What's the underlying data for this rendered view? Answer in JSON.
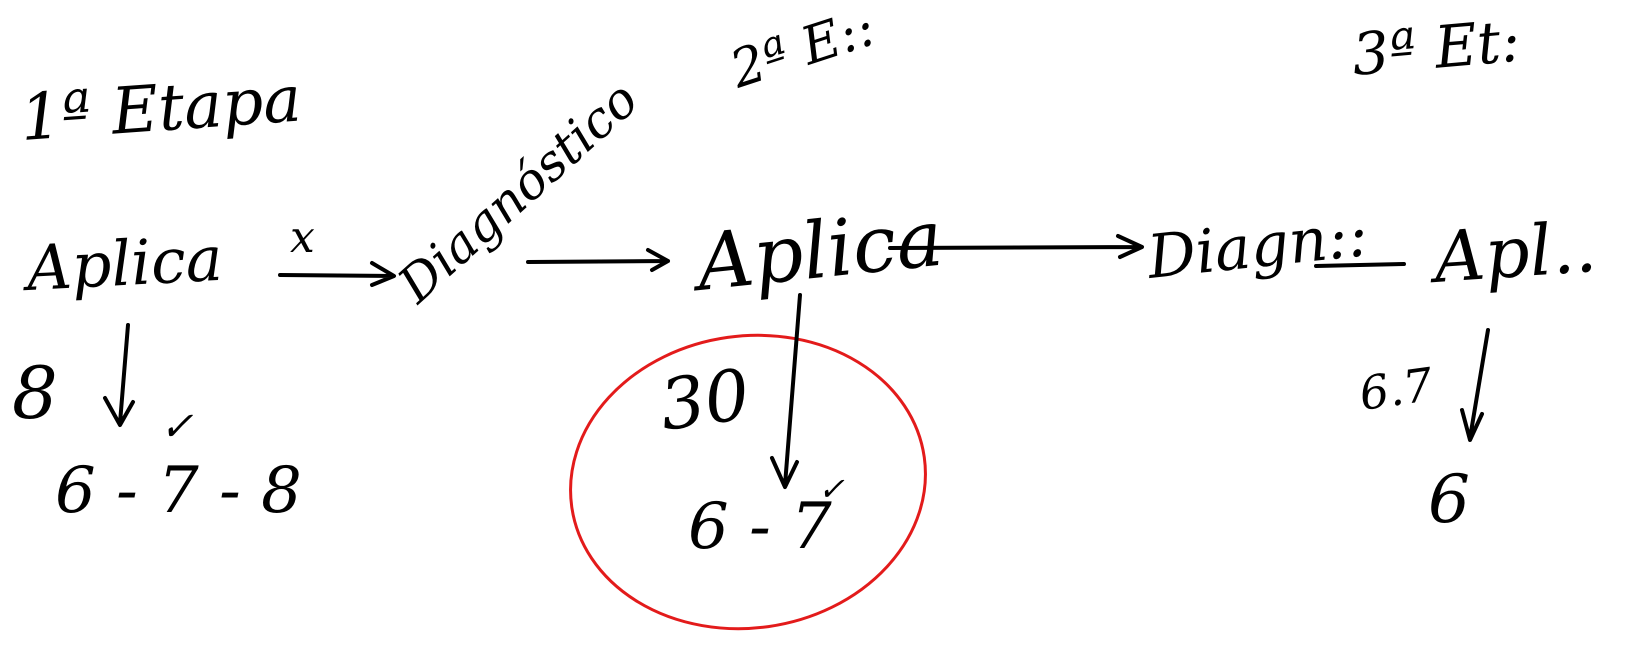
{
  "canvas": {
    "background": "#ffffff",
    "ink_color": "#000000",
    "highlight_color": "#e31b1b"
  },
  "stages": {
    "stage1": {
      "title": "1ª Etapa",
      "step_apply": "Aplica",
      "arrow_mark": "x",
      "step_diagnose": "Diagnóstico",
      "left_value": "8",
      "check_mark": "✓",
      "result": "6 - 7 - 8"
    },
    "stage2": {
      "title": "2ª E::",
      "step_apply": "Aplica",
      "circled_value": "30",
      "result": "6 - 7",
      "check_mark": "✓",
      "step_diagnose": "Diagn::"
    },
    "stage3": {
      "title": "3ª Et:",
      "step_apply": "Apl..",
      "left_value": "6.7",
      "result": "6"
    }
  }
}
